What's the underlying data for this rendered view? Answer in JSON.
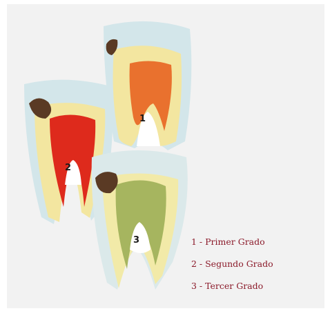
{
  "tooth_numbers": [
    "1",
    "2",
    "3"
  ],
  "legend": {
    "items": [
      "1 - Primer Grado",
      "2 - Segundo Grado",
      "3 - Tercer Grado"
    ],
    "color": "#8b1a2a"
  },
  "colors": {
    "enamel": "#d3e6ea",
    "dentin": "#f3e6a0",
    "pulp_healthy": "#e9712e",
    "pulp_inflamed": "#de2a1c",
    "pulp_necrotic": "#a6b55f",
    "caries": "#5a3a24"
  }
}
